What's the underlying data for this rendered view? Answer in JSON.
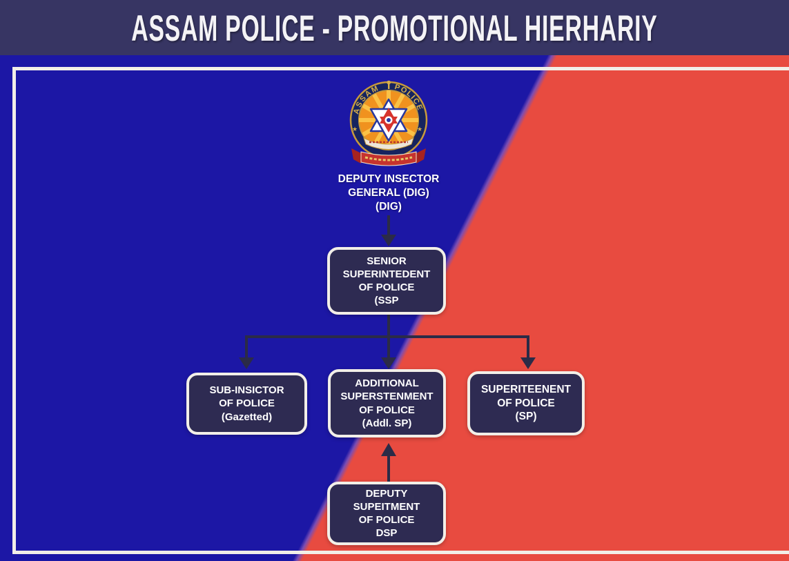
{
  "header": {
    "title": "ASSAM POLICE - PROMOTIONAL HIERHARIY"
  },
  "logo": {
    "name": "assam-police-emblem",
    "band_text_left": "ASSAM",
    "band_text_right": "POLICE"
  },
  "nodes": {
    "dig": {
      "lines": [
        "DEPUTY INSECTOR",
        "GENERAL (DIG)",
        "(DIG)"
      ]
    },
    "ssp": {
      "lines": [
        "SENIOR",
        "SUPERINTEDENT",
        "OF POLICE",
        "(SSP"
      ]
    },
    "sub_inspector": {
      "lines": [
        "SUB-INSICTOR",
        "OF POLICE",
        "(Gazetted)"
      ]
    },
    "addl_sp": {
      "lines": [
        "ADDITIONAL",
        "SUPERSTENMENT",
        "OF POLICE",
        "(Addl. SP)"
      ]
    },
    "sp": {
      "lines": [
        "SUPERITEENENT",
        "OF POLICE",
        "(SP)"
      ]
    },
    "dsp": {
      "lines": [
        "DEPUTY SUPEITMENT",
        "OF POLICE",
        "DSP"
      ]
    }
  },
  "edges": [
    {
      "from": "dig",
      "to": "ssp",
      "direction": "down"
    },
    {
      "from": "ssp",
      "to": "sub_inspector",
      "direction": "down"
    },
    {
      "from": "ssp",
      "to": "addl_sp",
      "direction": "down"
    },
    {
      "from": "ssp",
      "to": "sp",
      "direction": "down"
    },
    {
      "from": "dsp",
      "to": "addl_sp",
      "direction": "up"
    }
  ],
  "colors": {
    "header_bg": "#373563",
    "background_blue": "#1c17a5",
    "background_red": "#e84b40",
    "node_fill": "#2e2b52",
    "node_border": "#f2efe8",
    "arrow": "#2b2b47",
    "title_text": "#f4f3f6"
  }
}
